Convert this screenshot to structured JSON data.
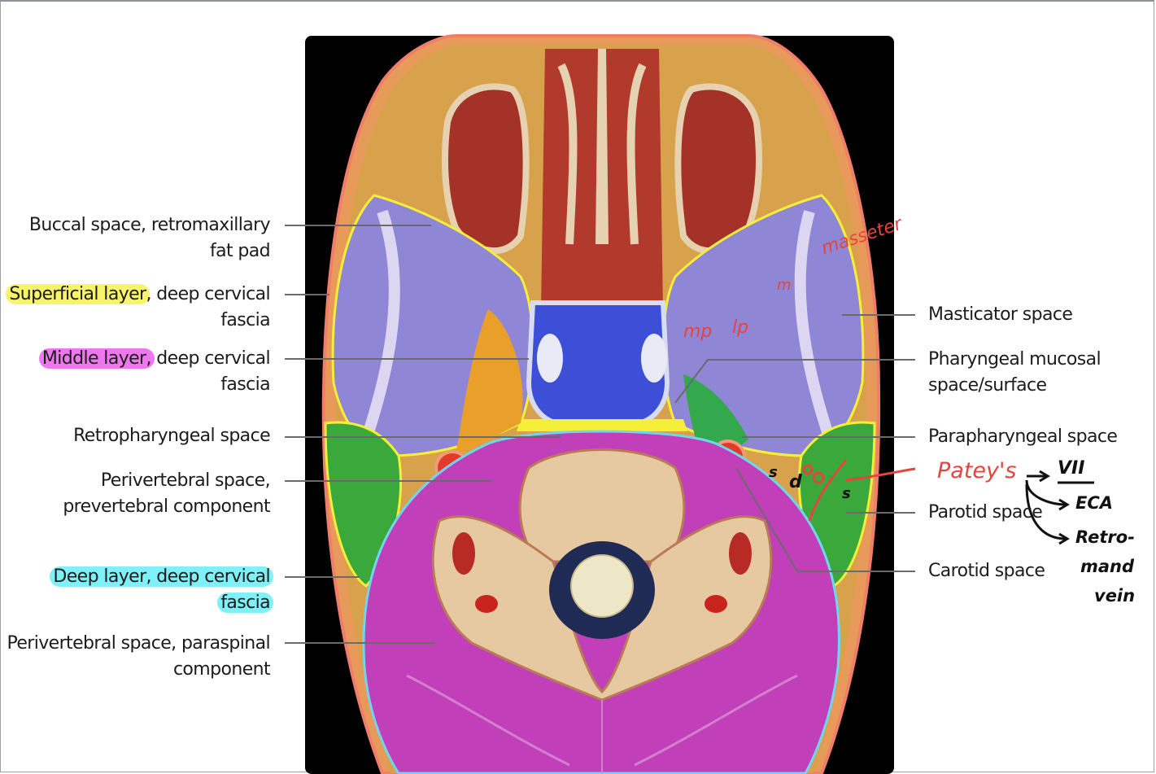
{
  "labels": {
    "buccal": [
      "Buccal space, retromaxillary",
      "fat pad"
    ],
    "superficial": {
      "highlight": "Superficial layer",
      "rest": ", deep cervical",
      "line2": "fascia"
    },
    "middle": {
      "highlight": "Middle layer,",
      "rest": " deep cervical",
      "line2": "fascia"
    },
    "retropharyngeal": "Retropharyngeal space",
    "prevertebral": [
      "Perivertebral space,",
      "prevertebral component"
    ],
    "deep": {
      "line1": "Deep layer, deep cervical",
      "line2": "fascia"
    },
    "paraspinal": [
      "Perivertebral space, paraspinal",
      "component"
    ],
    "masticator": "Masticator space",
    "pharyngeal_mucosal": [
      "Pharyngeal mucosal",
      "space/surface"
    ],
    "parapharyngeal": "Parapharyngeal space",
    "parotid": "Parotid space",
    "carotid": "Carotid space"
  },
  "annotations": {
    "masseter": "masseter",
    "m": "m",
    "mp": "mp",
    "lp": "lp",
    "s_left": "s",
    "d": "d",
    "s_right": "s",
    "pateys": "Patey's",
    "vii": "VII",
    "eca": "ECA",
    "retro": "Retro-",
    "mand": "mand",
    "vein": "vein"
  },
  "colors": {
    "highlight_yellow": "#f7f36a",
    "highlight_pink": "#ee77ee",
    "highlight_cyan": "#7ff0f7",
    "annotation_red": "#e5443f",
    "masticator_purple": "#8f86d6",
    "pharynx_blue": "#3c4fd6",
    "parotid_green": "#3aa83a",
    "perivertebral_magenta": "#c13fb8",
    "fat_tan": "#d9a64a",
    "background": "#000000"
  }
}
